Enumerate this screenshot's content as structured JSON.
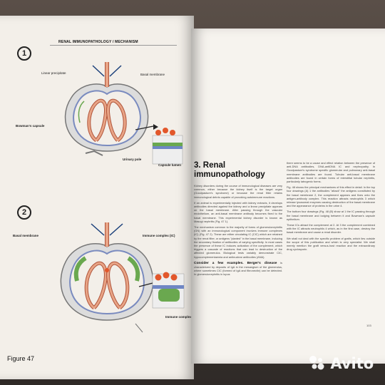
{
  "left_page": {
    "header": "RENAL IMMUNOPATHOLOGY / MECHANISM",
    "panel1": {
      "number": "1",
      "labels": {
        "linear_precipitate": "Linear precipitate",
        "basal_membrane": "Basal membrane",
        "bowmans_capsule": "Bowman's capsule",
        "urinary_pole": "Urinary pole",
        "capsular_lumen": "Capsule lumen"
      }
    },
    "panel2": {
      "number": "2",
      "labels": {
        "basal_membrane": "Basal membrane",
        "immune_complex": "Immune complex (IC)",
        "immune_complex_2": "Immune complex"
      }
    },
    "figure_label": "Figure 47"
  },
  "right_page": {
    "section_heading_line1": "3. Renal",
    "section_heading_line2": "immunopathology",
    "col1_paragraphs": [
      "Kidney disorders during the course of immunological diseases are very common, either because the kidney itself is the target organ (Goodpasture's syndrome) or because the renal filter retains immunological debris capable of provoking autoimmune reactions.",
      "If an animal is experimentally injected with kidney extracts, it develops antibodies directed against the kidney and a linear precipitate appears on the basal membrane. After passing through the vascular endothelium, an anti-basal membrane antibody becomes fixed to the basal membrane. This experimental kidney disorder is known as Masugi nephritis (Fig. 47 1).",
      "The mechanism common to the majority of forms of glomerulonephritis (GN) with an immunological component involves immune complexes (IC) (Fig. 47 2). These are either circulating IC (CIC) which are retained by the renal filter, or antigens \"planted\" in the basal membrane, inducing the secondary fixation of antibodies of varying specificity. In most cases the presence of these IC induces activation of the complement, which triggers a cascade of reactions that can lead to destruction of the affected glomerulus. Biological tests variably demonstrate CIC, hypocomplementaemia and antinuclear antibodies (ANA)."
    ],
    "consider_lead": "Consider a few examples. Berger's disease",
    "consider_rest": "is characterized by deposits of IgA in the mesangium of the glomerulus, where sometimes CIC (formed of IgA and fibronectin) can be detected. In glomerulonephritis in lupus",
    "col2_paragraphs": [
      "there seems to be a cause and effect relation between the presence of anti-DNA antibodies, DNA-antiDNA IC and nephropathy. In Goodpasture's syndrome specific glomerular and pulmonary anti-basal membrane antibodies are found. Tubular anti-basal membrane antibodies are found in certain forms of interstitial tubular nephritis, particularly iatrogenic forms.",
      "Fig. 48 shows the principal mechanisms of this effect in detail. In the top four drawings (A) 1 the antibodies \"attack\" the antigens constituted by the basal membrane 2, the complement appears and fixes onto the antigen-antibody complex. This reaction attracts neutrophils 3 which release lysosomal enzymes causing destruction of the basal membrane and the appearance of proteins in the urine 4.",
      "The bottom four drawings (Fig. 48 (B) show at 1 the IC passing through the basal membrane and lodging between it and Bowman's capsule epithelium.",
      "These ICs attract the complement at 2. At 3 the complement combined with the IC attracts neutrophils 4 which, as in the first case, destroy the basal membrane and cause a renal disorder.",
      "We shall not deal with the specific problem of grafts, which lies outside the scope of this publication and which is very specialist. We shall merely mention the graft versus-host reaction and the extraordinary drug cyclosporin."
    ],
    "page_number": "103"
  },
  "watermark": "Avito",
  "colors": {
    "capsule": "#9b9b9b",
    "capillary": "#e8a486",
    "capillary_outline": "#b0543a",
    "membrane_blue": "#6f86c4",
    "precipitate_green": "#6aa84f",
    "cell_red": "#e2572b",
    "arrow": "#1a3f7a"
  }
}
